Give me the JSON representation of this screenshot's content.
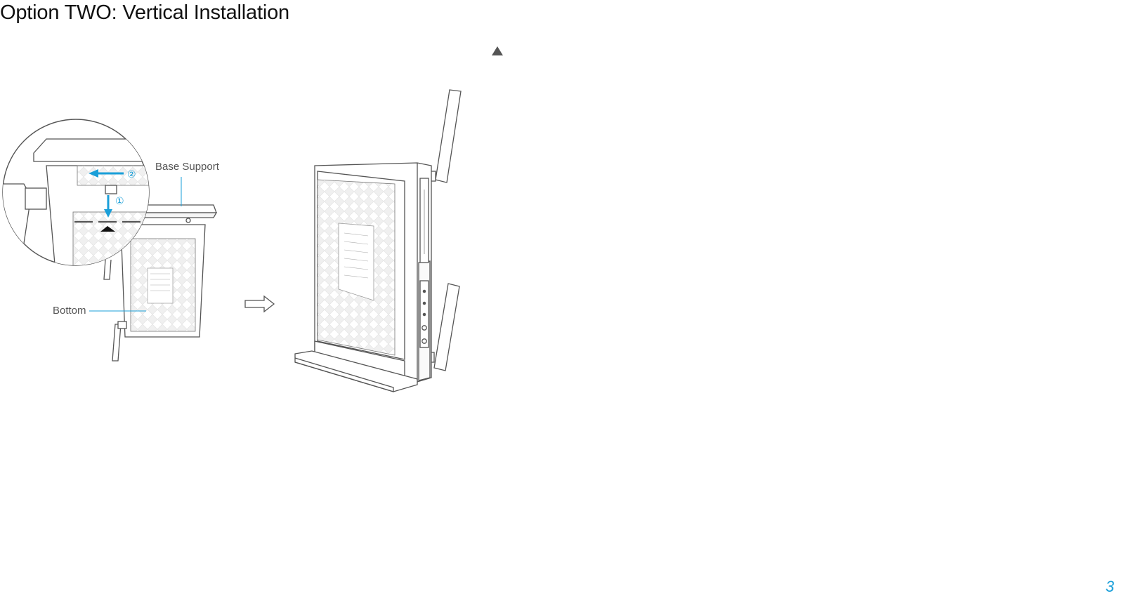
{
  "page": {
    "title": "Option TWO: Vertical Installation",
    "page_number": "3"
  },
  "figure": {
    "callouts": {
      "base_support": "Base Support",
      "bottom": "Bottom"
    },
    "steps": {
      "step1": "①",
      "step2": "②"
    },
    "icons": [
      "triangle-up-icon",
      "arrow-right-outline-icon",
      "arrow-down-icon",
      "arrow-left-icon"
    ],
    "colors": {
      "accent": "#1a9fd9",
      "line": "#555555",
      "text": "#111111"
    }
  }
}
